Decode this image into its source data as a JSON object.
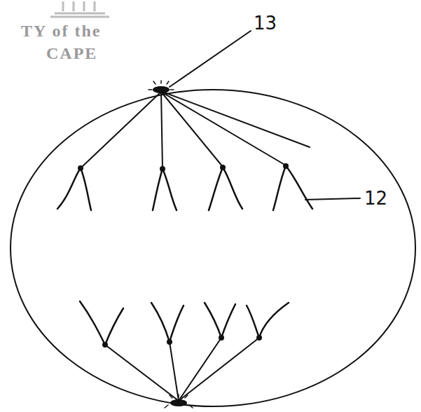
{
  "diagram": {
    "labels": [
      "TY of the",
      "CAPE",
      "13",
      "12"
    ]
  }
}
